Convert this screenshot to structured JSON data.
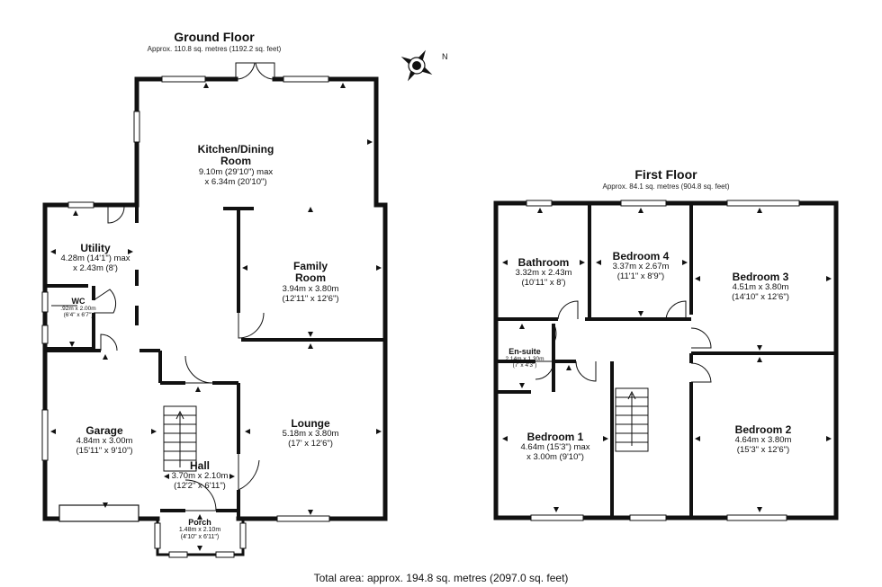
{
  "ground_floor": {
    "title": "Ground Floor",
    "area": "Approx. 110.8 sq. metres (1192.2 sq. feet)",
    "rooms": {
      "kitchen": {
        "name_1": "Kitchen/Dining",
        "name_2": "Room",
        "size_1": "9.10m (29'10\") max",
        "size_2": "x 6.34m (20'10\")"
      },
      "family": {
        "name_1": "Family",
        "name_2": "Room",
        "size_1": "3.94m x 3.80m",
        "size_2": "(12'11\" x 12'6\")"
      },
      "utility": {
        "name_1": "Utility",
        "size_1": "4.28m (14'1\") max",
        "size_2": "x 2.43m (8')"
      },
      "wc": {
        "name_1": "WC",
        "size_1": ".92m x 2.00m",
        "size_2": "(6'4\" x 6'7\")"
      },
      "garage": {
        "name_1": "Garage",
        "size_1": "4.84m x 3.00m",
        "size_2": "(15'11\" x 9'10\")"
      },
      "lounge": {
        "name_1": "Lounge",
        "size_1": "5.18m x 3.80m",
        "size_2": "(17' x 12'6\")"
      },
      "hall": {
        "name_1": "Hall",
        "size_1": "3.70m x 2.10m",
        "size_2": "(12'2\" x 6'11\")"
      },
      "porch": {
        "name_1": "Porch",
        "size_1": "1.48m x 2.10m",
        "size_2": "(4'10\" x 6'11\")"
      }
    }
  },
  "first_floor": {
    "title": "First Floor",
    "area": "Approx. 84.1 sq. metres (904.8 sq. feet)",
    "rooms": {
      "bathroom": {
        "name_1": "Bathroom",
        "size_1": "3.32m x 2.43m",
        "size_2": "(10'11\" x 8')"
      },
      "bedroom4": {
        "name_1": "Bedroom 4",
        "size_1": "3.37m x 2.67m",
        "size_2": "(11'1\" x 8'9\")"
      },
      "bedroom3": {
        "name_1": "Bedroom 3",
        "size_1": "4.51m x 3.80m",
        "size_2": "(14'10\" x 12'6\")"
      },
      "ensuite": {
        "name_1": "En-suite",
        "size_1": "2.14m x 1.30m",
        "size_2": "(7' x 4'3\")"
      },
      "bedroom1": {
        "name_1": "Bedroom 1",
        "size_1": "4.64m (15'3\") max",
        "size_2": "x 3.00m (9'10\")"
      },
      "bedroom2": {
        "name_1": "Bedroom 2",
        "size_1": "4.64m x 3.80m",
        "size_2": "(15'3\" x 12'6\")"
      }
    }
  },
  "compass": {
    "north_label": "N"
  },
  "total_area": "Total area: approx. 194.8 sq. metres (2097.0 sq. feet)"
}
